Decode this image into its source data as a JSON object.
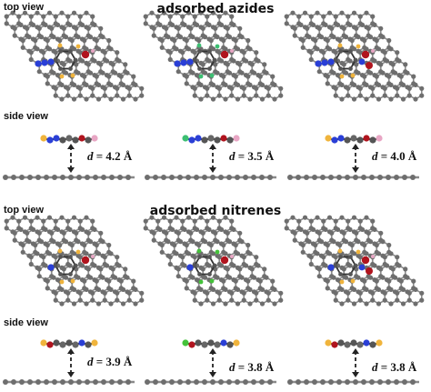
{
  "top_view_label": "top view",
  "side_view_label": "side view",
  "sections": [
    {
      "title": "adsorbed azides",
      "distances": [
        {
          "var": "d",
          "text": " = 4.2 Å"
        },
        {
          "var": "d",
          "text": " = 3.5 Å"
        },
        {
          "var": "d",
          "text": " = 4.0 Å"
        }
      ]
    },
    {
      "title": "adsorbed nitrenes",
      "distances": [
        {
          "var": "d",
          "text": " = 3.9 Å"
        },
        {
          "var": "d",
          "text": " = 3.8 Å"
        },
        {
          "var": "d",
          "text": " = 3.8 Å"
        }
      ]
    }
  ],
  "colors": {
    "graphene": "#6e6e6e",
    "bond": "#8a8a8a",
    "nitrogen": "#2a3fd6",
    "oxygen": "#b0141e",
    "hydrogen": "#f0b43c",
    "fluorine": "#3cbf72",
    "chlorine": "#44c23a",
    "hydrogen_light": "#e8a6c4"
  },
  "molecule_variants": [
    "azide-1",
    "azide-fluoro",
    "azide-nitro",
    "nitrene-1",
    "nitrene-chloro",
    "nitrene-nitro"
  ]
}
